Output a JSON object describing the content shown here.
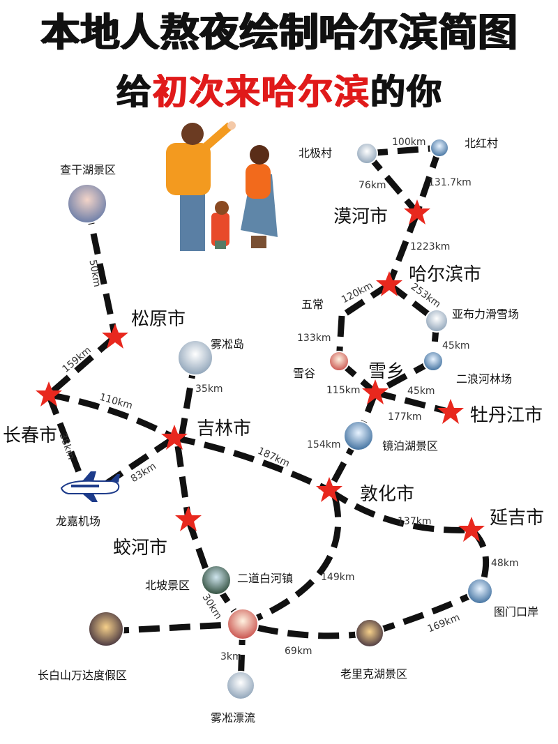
{
  "title": {
    "line1": "本地人熬夜绘制哈尔滨简图",
    "line2_prefix": "给",
    "line2_highlight": "初次来哈尔滨",
    "line2_suffix": "的你"
  },
  "colors": {
    "route": "#111111",
    "star": "#e8281e",
    "highlight": "#e01a1a"
  },
  "cities": {
    "mohe": "漠河市",
    "harbin": "哈尔滨市",
    "songyuan": "松原市",
    "changchun": "长春市",
    "jilin": "吉林市",
    "jiaohe": "蛟河市",
    "dunhua": "敦化市",
    "yanji": "延吉市",
    "mudanjiang": "牡丹江市",
    "xuexiang": "雪乡"
  },
  "spots": {
    "beiji": "北极村",
    "beihong": "北红村",
    "chagan": "查干湖景区",
    "wusong": "雾凇岛",
    "wuchang": "五常",
    "yabuli": "亚布力滑雪场",
    "xuegu": "雪谷",
    "erlanghe": "二浪河林场",
    "jingpo": "镜泊湖景区",
    "longjia": "龙嘉机场",
    "beipo": "北坡景区",
    "erdao": "二道白河镇",
    "wanda": "长白山万达度假区",
    "laolike": "老里克湖景区",
    "tumen": "图门口岸",
    "wusong_rafting": "雾凇漂流"
  },
  "distances": {
    "beiji_beihong": "100km",
    "beiji_mohe": "76km",
    "beihong_mohe": "131.7km",
    "mohe_harbin": "1223km",
    "harbin_wuchang": "120km",
    "harbin_yabuli": "253km",
    "wuchang_xuegu": "133km",
    "yabuli_erlanghe": "45km",
    "erlanghe_xuexiang": "45km",
    "xuegu_xuexiang": "115km",
    "xuexiang_mudanjiang": "177km",
    "xuexiang_dunhua": "154km",
    "chagan_songyuan": "50km",
    "songyuan_changchun": "159km",
    "changchun_jilin": "110km",
    "changchun_airport": "38km",
    "airport_jilin": "83km",
    "wusong_jilin": "35km",
    "jilin_dunhua": "187km",
    "dunhua_yanji": "137km",
    "yanji_tumen": "48km",
    "tumen_laolike": "169km",
    "erdao_laolike": "69km",
    "dunhua_erdao": "149km",
    "beipo_erdao": "30km",
    "erdao_rafting": "3km"
  }
}
